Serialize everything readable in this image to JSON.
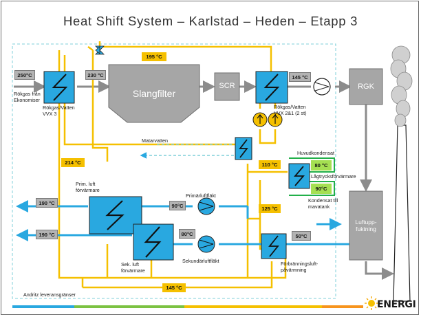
{
  "title": "Heat Shift System – Karlstad – Heden – Etapp 3",
  "components": {
    "slangfilter": "Slangfilter",
    "scr": "SCR",
    "rgk": "RGK",
    "luftuppfuktning": "Luftupp-\nfuktning",
    "vvx3": "Rökgas/Vatten\nVVX 3",
    "vvx21": "Rökgas/Vatten\nVVX 2&1 (2 st)",
    "prim_luft": "Prim. luft\nförvärmare",
    "sek_luft": "Sek. luft\nförvärmare",
    "lagtryck": "Lågtrycksförvärmare",
    "forbranning": "Förbränningsluft-\npåvärmning",
    "primarluftflakt": "Primärluftfläkt",
    "sekundarluftflakt": "Sekundärluftfläkt"
  },
  "labels": {
    "rokgas_fran": "Rökgas från\nEkonomiser",
    "matarvatten": "Matarvatten",
    "huvudkondensat": "Huvudkondensat",
    "kondensat": "Kondensat till\nmavatank",
    "andritz": "Andritz leveransgränser",
    "logo": "ENERGI"
  },
  "temps": {
    "t250": "250°C",
    "t230": "230 °C",
    "t195": "195 °C",
    "t145a": "145 °C",
    "t214": "214 °C",
    "t110": "110 °C",
    "t80g": "80 °C",
    "t90g": "90°C",
    "t125": "125 °C",
    "t190a": "190 °C",
    "t190b": "190 °C",
    "t90": "90°C",
    "t80": "80°C",
    "t50": "50°C",
    "t145b": "145 °C"
  },
  "colors": {
    "water": "#f5c000",
    "air": "#29a8e0",
    "gas": "#8c8c8c",
    "steam": "#22b04a",
    "boundary": "#7fcfd8"
  }
}
